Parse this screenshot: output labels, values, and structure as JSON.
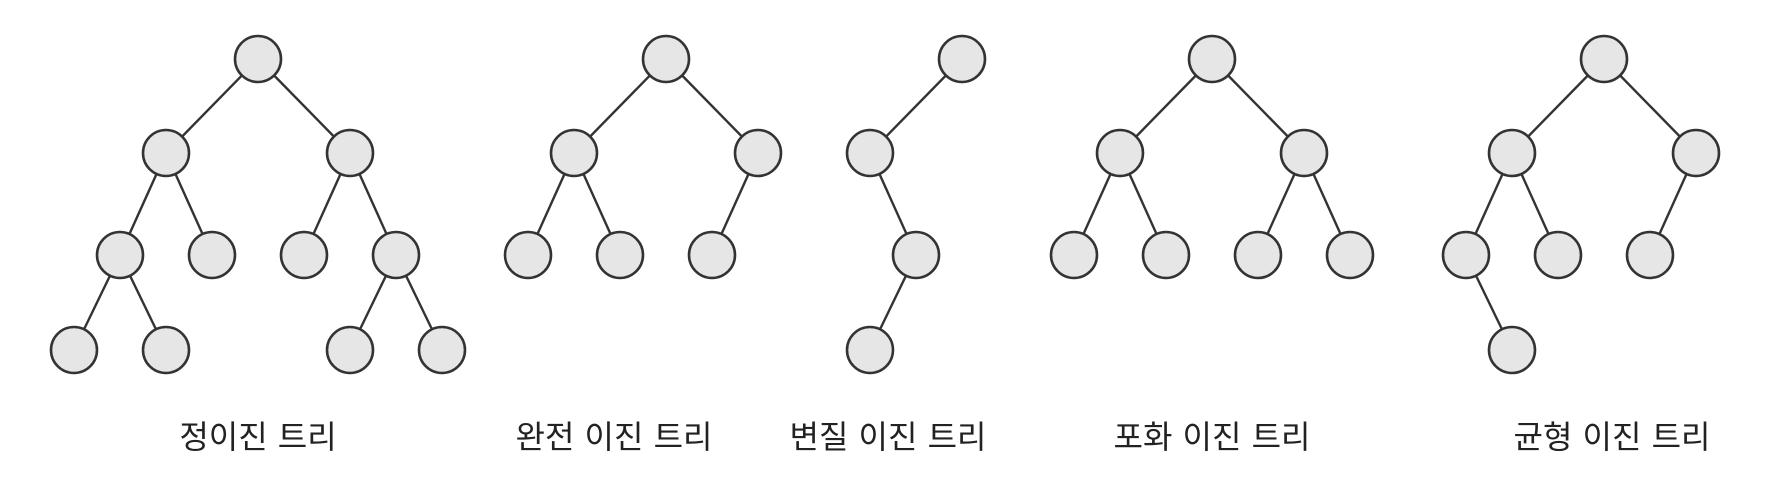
{
  "style": {
    "node_fill": "#e6e6e6",
    "node_stroke": "#333333",
    "edge_color": "#333333",
    "text_color": "#222222",
    "background": "#ffffff"
  },
  "trees": [
    {
      "id": "full",
      "label": "정이진 트리"
    },
    {
      "id": "complete",
      "label": "완전 이진 트리"
    },
    {
      "id": "degenerate",
      "label": "변질 이진 트리"
    },
    {
      "id": "perfect",
      "label": "포화 이진 트리"
    },
    {
      "id": "balanced",
      "label": "균형 이진 트리"
    }
  ]
}
